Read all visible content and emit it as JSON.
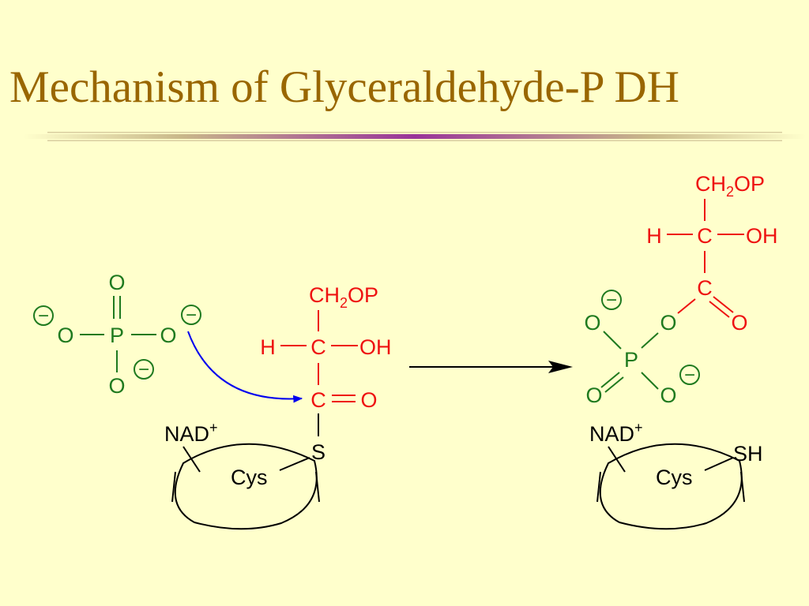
{
  "slide": {
    "title": "Mechanism of Glyceraldehyde-P DH",
    "colors": {
      "background": "#ffffcc",
      "title": "#996600",
      "phosphate": "#1f7a1f",
      "substrate": "#ee1111",
      "enzyme": "#000000",
      "curved_arrow": "#0000ee",
      "rule_center": "#993399"
    }
  },
  "left": {
    "phosphate": {
      "o_top": "O",
      "o_left": "O",
      "p": "P",
      "o_right": "O",
      "o_bottom": "O",
      "charge": "−"
    },
    "substrate": {
      "ch2op_ch": "CH",
      "ch2op_sub": "2",
      "ch2op_op": "OP",
      "h": "H",
      "c_middle": "C",
      "oh": "OH",
      "c_carbonyl": "C",
      "o_carbonyl": "O",
      "s": "S"
    },
    "enzyme": {
      "nad": "NAD",
      "nad_charge": "+",
      "cys": "Cys"
    }
  },
  "right": {
    "substrate": {
      "ch2op_ch": "CH",
      "ch2op_sub": "2",
      "ch2op_op": "OP",
      "h": "H",
      "c_middle": "C",
      "oh": "OH",
      "c_carbonyl": "C",
      "o_carbonyl": "O"
    },
    "phosphate": {
      "o_bridge": "O",
      "o_left": "O",
      "p": "P",
      "o_bottom_left": "O",
      "o_bottom_right": "O",
      "charge": "−"
    },
    "enzyme": {
      "nad": "NAD",
      "nad_charge": "+",
      "cys": "Cys",
      "sh": "SH"
    }
  }
}
